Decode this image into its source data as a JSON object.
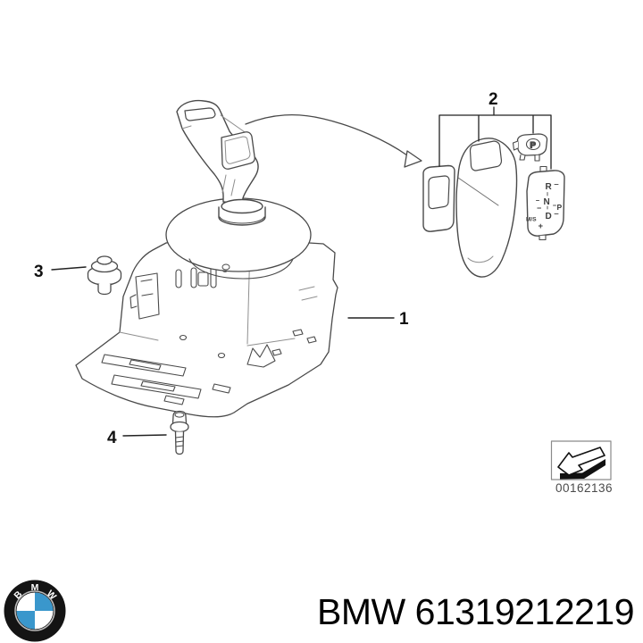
{
  "colors": {
    "background": "#ffffff",
    "line_main": "#3f3f3f",
    "line_light": "#9a9a9a",
    "label_color": "#111111",
    "roundel_blue": "#3a97cc",
    "roundel_ring": "#141414",
    "stamp_text": "#4a4a4a"
  },
  "callouts": {
    "part1": "1",
    "part2": "2",
    "part3": "3",
    "part4": "4"
  },
  "cover": {
    "park_button": "P",
    "gate": {
      "reverse": "R",
      "neutral": "N",
      "drive": "D",
      "park": "P",
      "manual_sport": "M/S",
      "plus": "+",
      "minus": "−"
    }
  },
  "stamp": {
    "number": "00162136"
  },
  "icons": {
    "stamp_arrow": "3d-arrow-down-left",
    "transfer_arrow": "curved-arrow-right",
    "roundel": "bmw-roundel"
  },
  "footer": {
    "brand": "BMW",
    "part_number": "61319212219",
    "roundel": {
      "b": "B",
      "m": "M",
      "w": "W"
    }
  }
}
